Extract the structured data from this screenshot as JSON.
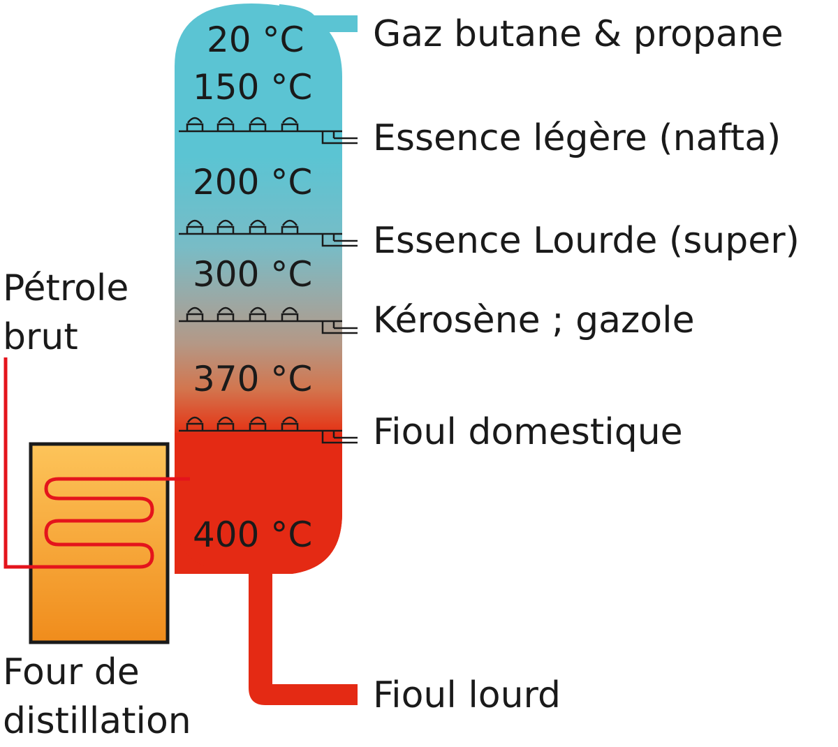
{
  "colors": {
    "column_top": "#5bc4d3",
    "column_mid": "#a89884",
    "column_hot": "#e42a14",
    "furnace_top": "#fdc45a",
    "furnace_bottom": "#f08c1c",
    "pipe_red": "#e4141c",
    "outline": "#1a1a1a"
  },
  "temperatures": {
    "t20": "20 °C",
    "t150": "150 °C",
    "t200": "200 °C",
    "t300": "300 °C",
    "t370": "370 °C",
    "t400": "400 °C"
  },
  "products": {
    "gas": "Gaz butane & propane",
    "light_gasoline": "Essence légère (nafta)",
    "heavy_gasoline": "Essence Lourde (super)",
    "kerosene": "Kérosène ; gazole",
    "domestic_fuel": "Fioul domestique",
    "heavy_fuel": "Fioul lourd"
  },
  "input": {
    "line1": "Pétrole",
    "line2": "brut"
  },
  "furnace": {
    "line1": "Four de",
    "line2": "distillation"
  },
  "icons": {
    "bubble_cap": "bubble-cap-tray"
  }
}
